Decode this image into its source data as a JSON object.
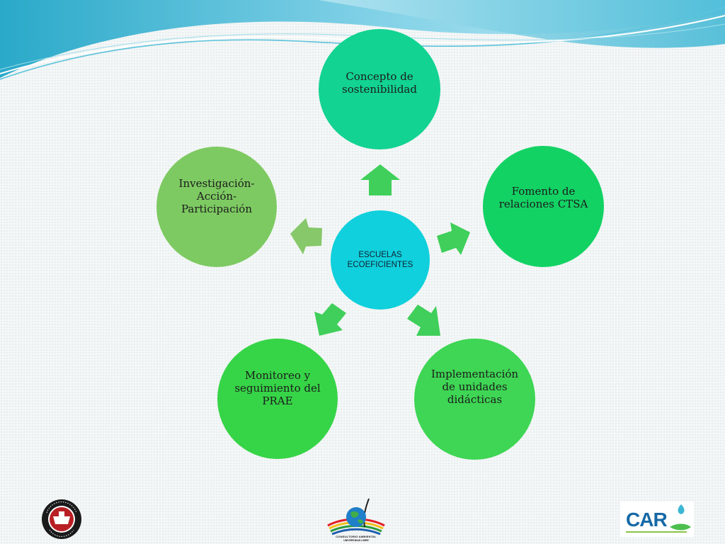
{
  "diagram": {
    "center": {
      "label": "ESCUELAS ECOEFICIENTES",
      "color": "#0fd0dc"
    },
    "nodes": [
      {
        "id": "top",
        "label": "Concepto de sostenibilidad",
        "color": "#12d391"
      },
      {
        "id": "right",
        "label": "Fomento de relaciones CTSA",
        "color": "#13d264"
      },
      {
        "id": "bottomright",
        "label": "Implementación de unidades didácticas",
        "color": "#3ed654"
      },
      {
        "id": "bottomleft",
        "label": "Monitoreo y seguimiento del PRAE",
        "color": "#36d447"
      },
      {
        "id": "left",
        "label": "Investigación-Acción-Participación",
        "color": "#7dca62"
      }
    ],
    "arrow_color": "#3fcf5a",
    "arrow_color_left": "#86c86a"
  },
  "logos": {
    "university": {
      "name": "university-seal-logo",
      "text": "UNIVERSIDAD LIBRE COLOMBIA"
    },
    "consultorio": {
      "name": "consultorio-ambiental-logo",
      "line1": "CONSULTORIO AMBIENTAL",
      "line2": "UNIVERSIDAD LIBRE"
    },
    "car": {
      "name": "car-logo",
      "text": "CAR"
    }
  },
  "colors": {
    "wave_dark": "#2aa9c9",
    "wave_light": "#8fd6ea",
    "background": "#f4f7f7"
  }
}
